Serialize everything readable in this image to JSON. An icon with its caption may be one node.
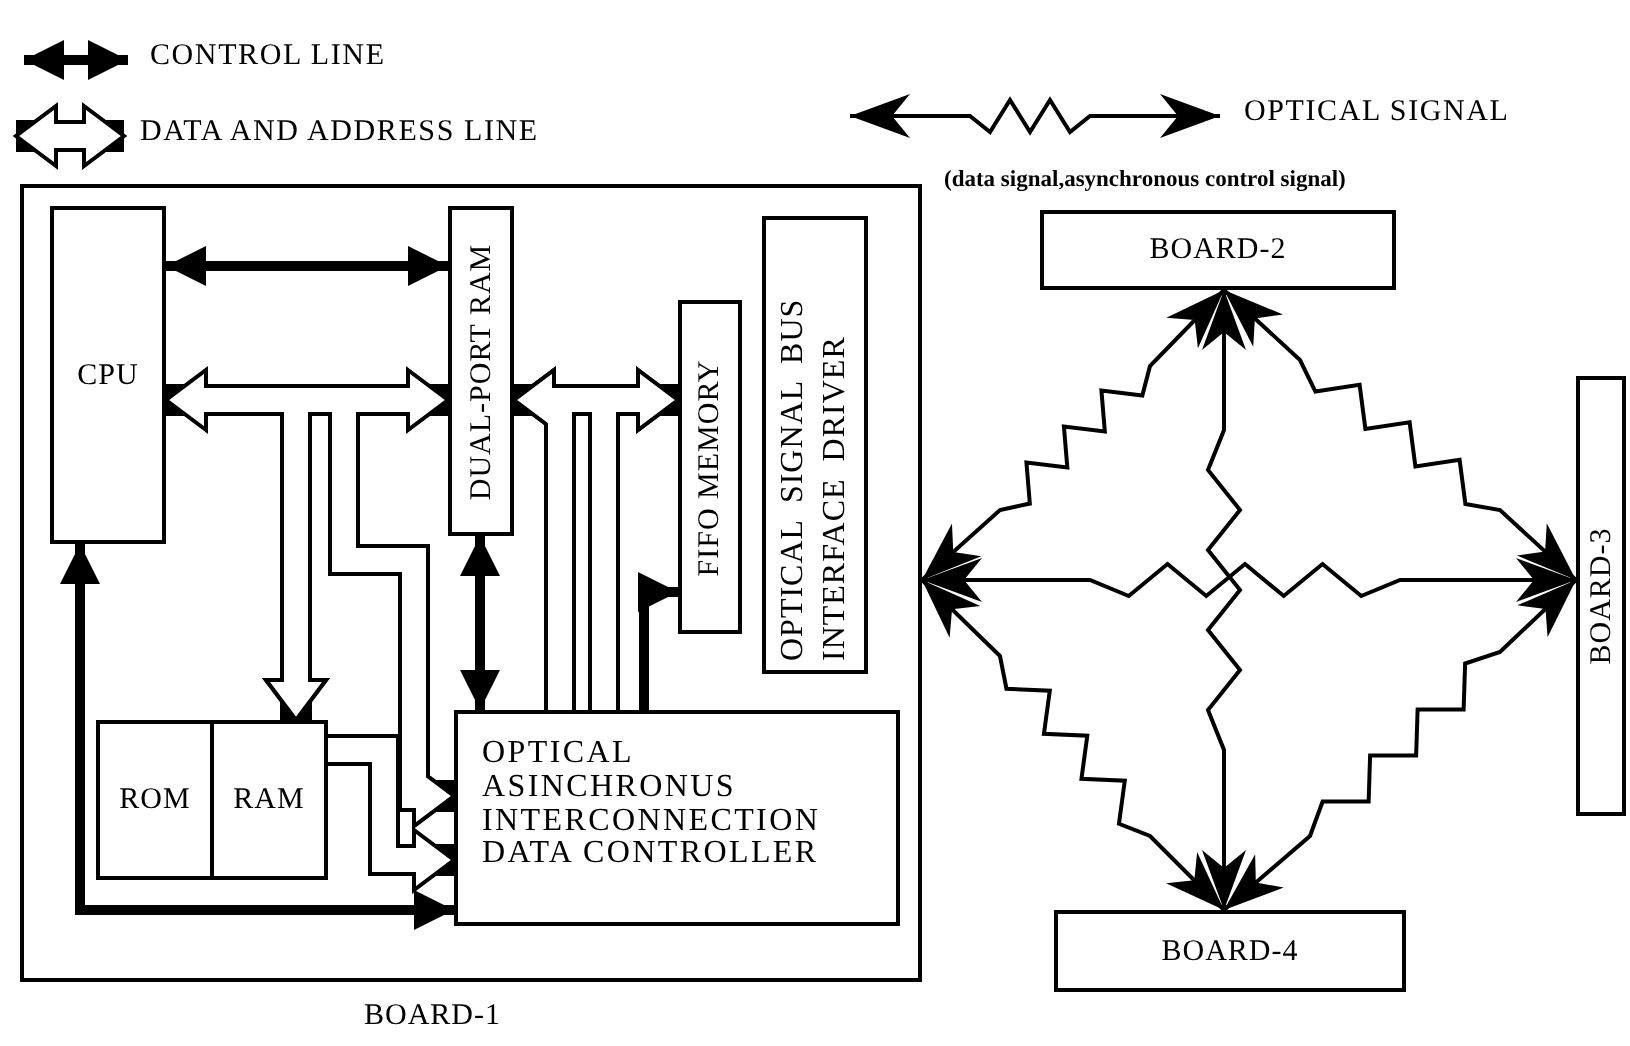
{
  "diagram": {
    "nodes": [
      {
        "text": [
          "BOARD-1"
        ]
      },
      {
        "text": [
          "CPU"
        ],
        "in": 0
      },
      {
        "text": [
          "DUAL-PORT RAM"
        ],
        "in": 0
      },
      {
        "text": [
          "FIFO MEMORY"
        ],
        "in": 0
      },
      {
        "text": [
          "OPTICAL SIGNAL BUS INTERFACE DRIVER"
        ],
        "in": 0
      },
      {
        "text": [
          "ROM"
        ],
        "in": 0
      },
      {
        "text": [
          "RAM"
        ],
        "in": 0
      },
      {
        "text": [
          "OPTICAL ASINCHRONUS INTERCONNECTION DATA CONTROLLER"
        ],
        "in": 0
      },
      {
        "text": [
          "BOARD-2"
        ]
      },
      {
        "text": [
          "BOARD-3"
        ]
      },
      {
        "text": [
          "BOARD-4"
        ]
      }
    ],
    "edges": [
      {
        "from": 1,
        "to": 2,
        "arrow": "both"
      },
      {
        "from": 1,
        "to": 2,
        "arrow": "both",
        "style": "thick"
      },
      {
        "from": 1,
        "to": 6,
        "arrow": "to",
        "style": "thick"
      },
      {
        "from": 2,
        "to": 6,
        "arrow": "to",
        "style": "thick"
      },
      {
        "from": 1,
        "to": 7,
        "arrow": "to",
        "style": "thick"
      },
      {
        "from": 2,
        "to": 7,
        "arrow": "to",
        "style": "thick"
      },
      {
        "from": 2,
        "to": 3,
        "arrow": "both",
        "style": "thick"
      },
      {
        "from": 7,
        "to": 2,
        "arrow": "to",
        "style": "thick"
      },
      {
        "from": 7,
        "to": 3,
        "arrow": "to",
        "style": "thick"
      },
      {
        "from": 2,
        "to": 7,
        "arrow": "both"
      },
      {
        "from": 7,
        "to": 3,
        "arrow": "to"
      },
      {
        "from": 1,
        "to": 7,
        "arrow": "both"
      },
      {
        "from": 6,
        "to": 7,
        "arrow": "to",
        "style": "thick"
      },
      {
        "from": 0,
        "to": 8,
        "arrow": "both"
      },
      {
        "from": 8,
        "to": 9,
        "arrow": "both"
      },
      {
        "from": 0,
        "to": 9,
        "arrow": "both"
      },
      {
        "from": 8,
        "to": 10,
        "arrow": "both"
      },
      {
        "from": 0,
        "to": 10,
        "arrow": "both"
      },
      {
        "from": 9,
        "to": 10,
        "arrow": "both"
      }
    ],
    "labels": [
      "(data signal,asynchronous control signal)"
    ],
    "legend": [
      {
        "text": "CONTROL LINE"
      },
      {
        "text": "DATA AND ADDRESS LINE"
      },
      {
        "text": "OPTICAL SIGNAL"
      }
    ]
  }
}
